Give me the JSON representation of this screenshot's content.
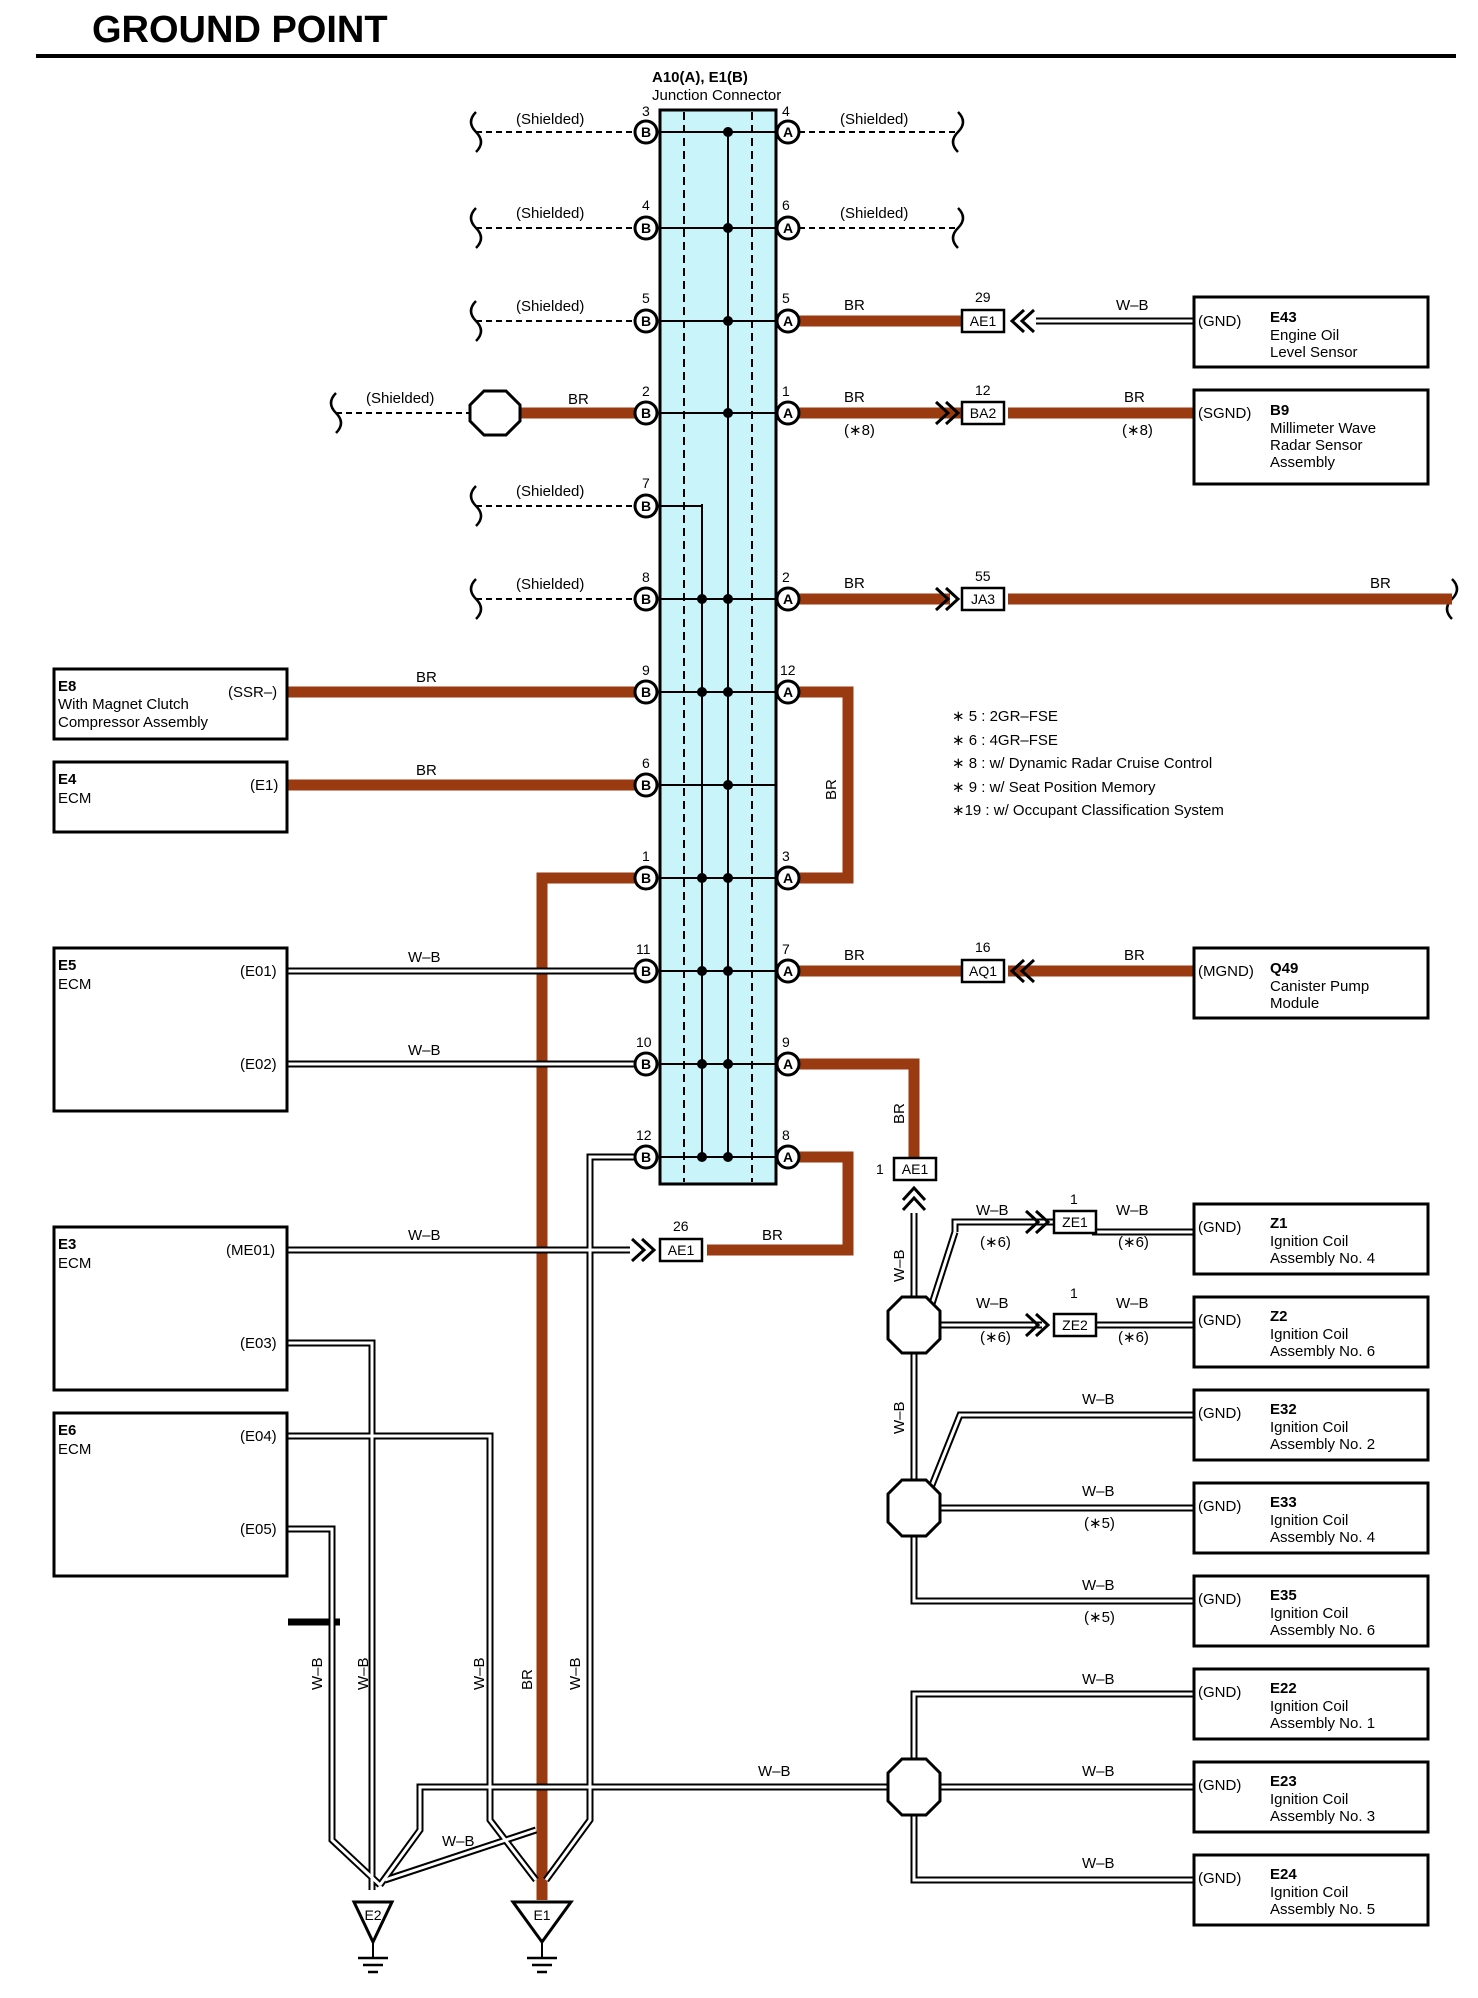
{
  "title": "GROUND POINT",
  "junction": {
    "id": "A10(A), E1(B)",
    "name": "Junction Connector"
  },
  "wire_colors": {
    "BR": "#9a3a10",
    "W-B": "#000000",
    "block_fill": "#c8f4fa"
  },
  "labels": {
    "shielded": "(Shielded)",
    "br": "BR",
    "wb": "W–B"
  },
  "pins_b": [
    "3",
    "4",
    "5",
    "2",
    "7",
    "8",
    "9",
    "6",
    "1",
    "11",
    "10",
    "12"
  ],
  "pins_a": [
    "4",
    "6",
    "5",
    "1",
    "2",
    "12",
    "3",
    "7",
    "9",
    "8"
  ],
  "pin_letters": {
    "a": "A",
    "b": "B"
  },
  "connectors": {
    "ae1_top": {
      "label": "AE1",
      "pin": "29"
    },
    "ba2": {
      "label": "BA2",
      "pin": "12"
    },
    "ja3": {
      "label": "JA3",
      "pin": "55"
    },
    "aq1": {
      "label": "AQ1",
      "pin": "16"
    },
    "ae1_mid": {
      "label": "AE1",
      "pin": "1"
    },
    "ae1_low": {
      "label": "AE1",
      "pin": "26"
    },
    "ze1": {
      "label": "ZE1",
      "pin": "1"
    },
    "ze2": {
      "label": "ZE2",
      "pin": "1"
    }
  },
  "notes": {
    "n5": "(∗5)",
    "n6": "(∗6)",
    "n8": "(∗8)"
  },
  "left_components": [
    {
      "id": "E8",
      "name1": "With Magnet Clutch",
      "name2": "Compressor Assembly",
      "terminal": "(SSR–)"
    },
    {
      "id": "E4",
      "name1": "ECM",
      "terminal": "(E1)"
    },
    {
      "id": "E5",
      "name1": "ECM",
      "terminals": [
        "(E01)",
        "(E02)"
      ]
    },
    {
      "id": "E3",
      "name1": "ECM",
      "terminals": [
        "(ME01)",
        "(E03)"
      ]
    },
    {
      "id": "E6",
      "name1": "ECM",
      "terminals": [
        "(E04)",
        "(E05)"
      ]
    }
  ],
  "right_components": [
    {
      "id": "E43",
      "lines": [
        "Engine Oil",
        "Level Sensor"
      ],
      "terminal": "(GND)"
    },
    {
      "id": "B9",
      "lines": [
        "Millimeter Wave",
        "Radar Sensor",
        "Assembly"
      ],
      "terminal": "(SGND)"
    },
    {
      "id": "Q49",
      "lines": [
        "Canister Pump",
        "Module"
      ],
      "terminal": "(MGND)"
    },
    {
      "id": "Z1",
      "lines": [
        "Ignition Coil",
        "Assembly No.  4"
      ],
      "terminal": "(GND)"
    },
    {
      "id": "Z2",
      "lines": [
        "Ignition Coil",
        "Assembly No.  6"
      ],
      "terminal": "(GND)"
    },
    {
      "id": "E32",
      "lines": [
        "Ignition Coil",
        "Assembly No.  2"
      ],
      "terminal": "(GND)"
    },
    {
      "id": "E33",
      "lines": [
        "Ignition Coil",
        "Assembly No.  4"
      ],
      "terminal": "(GND)"
    },
    {
      "id": "E35",
      "lines": [
        "Ignition Coil",
        "Assembly No.  6"
      ],
      "terminal": "(GND)"
    },
    {
      "id": "E22",
      "lines": [
        "Ignition Coil",
        "Assembly No.  1"
      ],
      "terminal": "(GND)"
    },
    {
      "id": "E23",
      "lines": [
        "Ignition Coil",
        "Assembly No.  3"
      ],
      "terminal": "(GND)"
    },
    {
      "id": "E24",
      "lines": [
        "Ignition Coil",
        "Assembly No.  5"
      ],
      "terminal": "(GND)"
    }
  ],
  "legend": [
    "∗ 5 : 2GR–FSE",
    "∗ 6 : 4GR–FSE",
    "∗ 8 : w/ Dynamic Radar Cruise Control",
    "∗ 9 : w/ Seat Position Memory",
    "∗19 : w/ Occupant Classification System"
  ],
  "grounds": {
    "e2": "E2",
    "e1": "E1"
  }
}
